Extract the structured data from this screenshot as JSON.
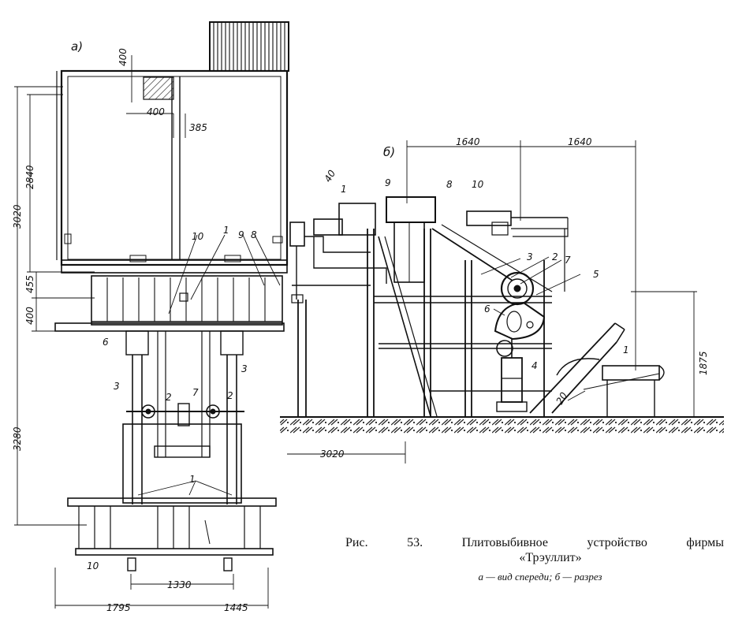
{
  "caption": {
    "line1_parts": [
      "Рис.",
      "53.",
      "Плитовыбивное",
      "устройство",
      "фирмы"
    ],
    "line2": "«Трэуллит»",
    "line3": "а — вид спереди;  б — разрез"
  },
  "view_a": {
    "label": "а)",
    "dims": {
      "d400_top": "400",
      "d400": "400",
      "d385": "385",
      "d3020": "3020",
      "d2840": "2840",
      "d455": "455",
      "d400_left": "400",
      "d3280": "3280",
      "d1330": "1330",
      "d1795": "1795",
      "d1445": "1445"
    },
    "callouts": {
      "c10_top": "10",
      "c1_top": "1",
      "c9": "9",
      "c8": "8",
      "c6": "6",
      "c3_left": "3",
      "c3_right": "3",
      "c2_left": "2",
      "c7": "7",
      "c2_right": "2",
      "c1_bottom": "1",
      "c10_bottom": "10"
    }
  },
  "view_b": {
    "label": "б)",
    "dims": {
      "d1640_left": "1640",
      "d1640_right": "1640",
      "d3020": "3020",
      "d1875": "1875",
      "d40": "40",
      "d20": "20"
    },
    "callouts": {
      "c1_top": "1",
      "c9": "9",
      "c8": "8",
      "c10": "10",
      "c3": "3",
      "c2": "2",
      "c7": "7",
      "c5": "5",
      "c6": "6",
      "c4": "4",
      "c1_right": "1"
    }
  }
}
